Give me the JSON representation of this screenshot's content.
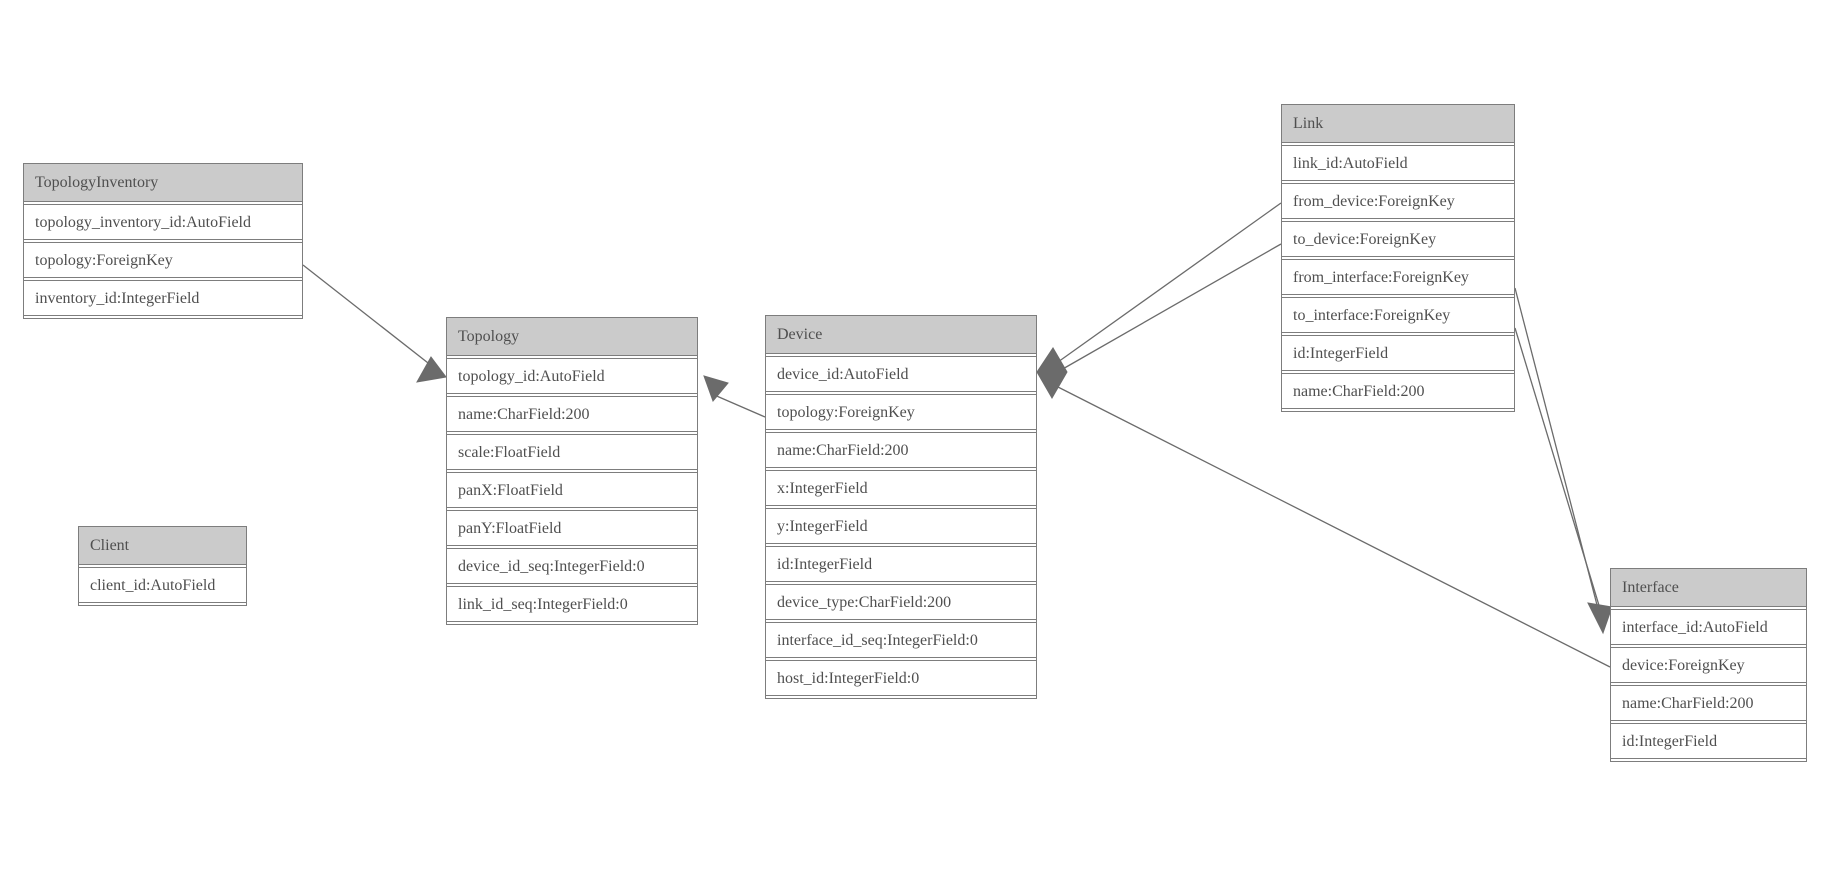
{
  "diagram": {
    "type": "entity-relationship-model",
    "colors": {
      "header_fill": "#cbcbcb",
      "border": "#7d7d7d",
      "text": "#4f4f4f",
      "edge": "#6b6b6b",
      "background": "#ffffff"
    },
    "entities": [
      {
        "name": "TopologyInventory",
        "fields": [
          "topology_inventory_id:AutoField",
          "topology:ForeignKey",
          "inventory_id:IntegerField"
        ]
      },
      {
        "name": "Topology",
        "fields": [
          "topology_id:AutoField",
          "name:CharField:200",
          "scale:FloatField",
          "panX:FloatField",
          "panY:FloatField",
          "device_id_seq:IntegerField:0",
          "link_id_seq:IntegerField:0"
        ]
      },
      {
        "name": "Client",
        "fields": [
          "client_id:AutoField"
        ]
      },
      {
        "name": "Device",
        "fields": [
          "device_id:AutoField",
          "topology:ForeignKey",
          "name:CharField:200",
          "x:IntegerField",
          "y:IntegerField",
          "id:IntegerField",
          "device_type:CharField:200",
          "interface_id_seq:IntegerField:0",
          "host_id:IntegerField:0"
        ]
      },
      {
        "name": "Link",
        "fields": [
          "link_id:AutoField",
          "from_device:ForeignKey",
          "to_device:ForeignKey",
          "from_interface:ForeignKey",
          "to_interface:ForeignKey",
          "id:IntegerField",
          "name:CharField:200"
        ]
      },
      {
        "name": "Interface",
        "fields": [
          "interface_id:AutoField",
          "device:ForeignKey",
          "name:CharField:200",
          "id:IntegerField"
        ]
      }
    ],
    "relationships": [
      {
        "from": "TopologyInventory.topology",
        "to": "Topology"
      },
      {
        "from": "Device.topology",
        "to": "Topology"
      },
      {
        "from": "Link.from_device",
        "to": "Device"
      },
      {
        "from": "Link.to_device",
        "to": "Device"
      },
      {
        "from": "Link.from_interface",
        "to": "Interface"
      },
      {
        "from": "Link.to_interface",
        "to": "Interface"
      },
      {
        "from": "Interface.device",
        "to": "Device"
      }
    ]
  }
}
